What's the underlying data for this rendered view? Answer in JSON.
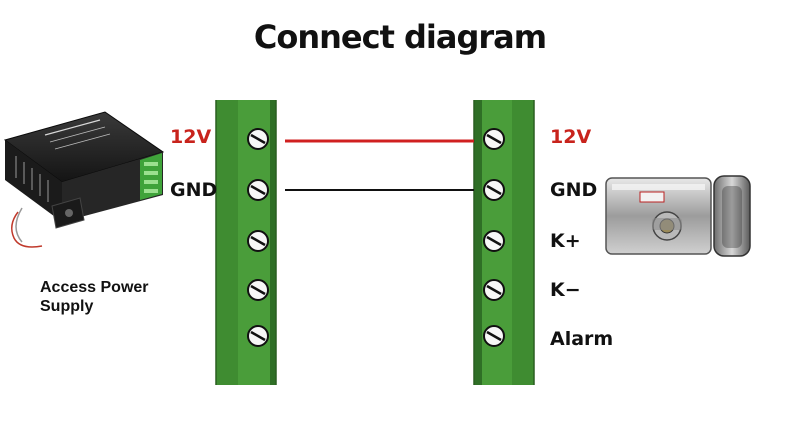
{
  "title": "Connect diagram",
  "left_block": {
    "labels": [
      "12V",
      "GND"
    ]
  },
  "right_block": {
    "labels": [
      "12V",
      "GND",
      "K+",
      "K−",
      "Alarm"
    ]
  },
  "power_supply": {
    "caption_line1": "Access Power",
    "caption_line2": "Supply"
  },
  "colors": {
    "terminal_green": "#4a9d3a",
    "terminal_dark": "#2f6f26",
    "wire_12v": "#d02020",
    "wire_gnd": "#111111",
    "label_12v": "#c8231c"
  }
}
